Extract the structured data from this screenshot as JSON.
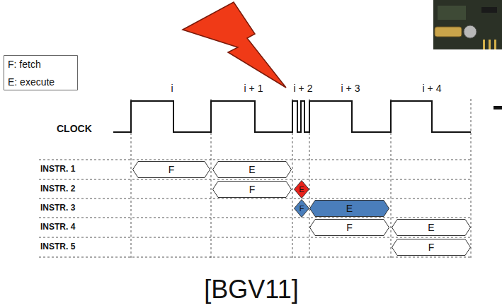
{
  "diagram": {
    "caption": "[BGV11]",
    "nodes": [
      {
        "text": [
          "F: fetch",
          "E: execute"
        ]
      },
      {
        "text": [
          "F"
        ]
      },
      {
        "text": [
          "E"
        ]
      },
      {
        "text": [
          "F"
        ]
      },
      {
        "text": [
          "E"
        ]
      },
      {
        "text": [
          "F"
        ]
      },
      {
        "text": [
          "E"
        ]
      },
      {
        "text": [
          "F"
        ]
      },
      {
        "text": [
          "E"
        ]
      },
      {
        "text": [
          "F"
        ]
      }
    ],
    "labels": [
      "i",
      "i + 1",
      "i + 2",
      "i + 3",
      "i + 4",
      "CLOCK",
      "INSTR. 1",
      "INSTR. 2",
      "INSTR. 3",
      "INSTR. 4",
      "INSTR. 5"
    ]
  }
}
